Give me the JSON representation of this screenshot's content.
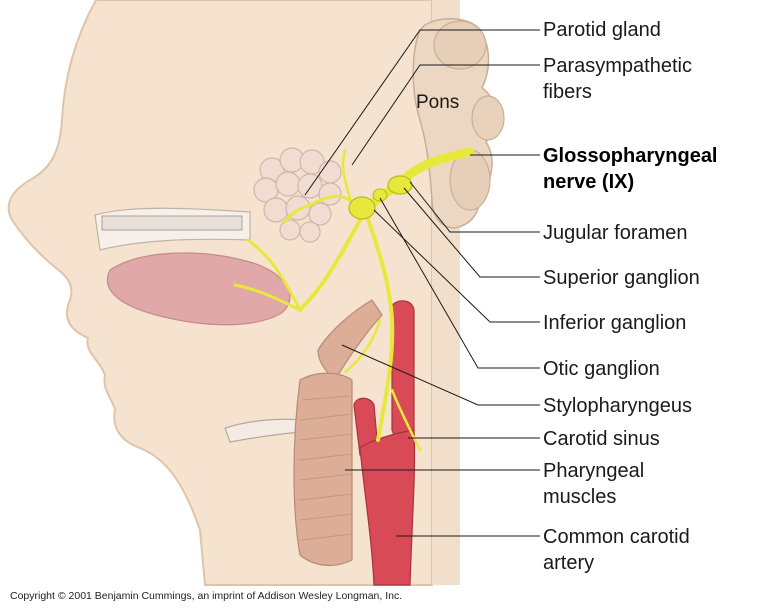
{
  "labels": {
    "parotid_gland": "Parotid gland",
    "parasympathetic_1": "Parasympathetic",
    "parasympathetic_2": "fibers",
    "glossopharyngeal_1": "Glossopharyngeal",
    "glossopharyngeal_2": "nerve (IX)",
    "jugular_foramen": "Jugular foramen",
    "superior_ganglion": "Superior ganglion",
    "inferior_ganglion": "Inferior ganglion",
    "otic_ganglion": "Otic ganglion",
    "stylopharyngeus": "Stylopharyngeus",
    "carotid_sinus": "Carotid sinus",
    "pharyngeal_muscles_1": "Pharyngeal",
    "pharyngeal_muscles_2": "muscles",
    "common_carotid_1": "Common carotid",
    "common_carotid_2": "artery",
    "pons": "Pons"
  },
  "copyright": "Copyright © 2001 Benjamin Cummings, an imprint of Addison Wesley Longman, Inc.",
  "colors": {
    "skin": "#f6e3cf",
    "skin_outline": "#e0c4a8",
    "nerve": "#e8e83c",
    "nerve_outline": "#b8b820",
    "artery": "#d84a55",
    "muscle": "#dcae98",
    "brainstem": "#ecd7c2",
    "leader": "#1a1a1a"
  }
}
